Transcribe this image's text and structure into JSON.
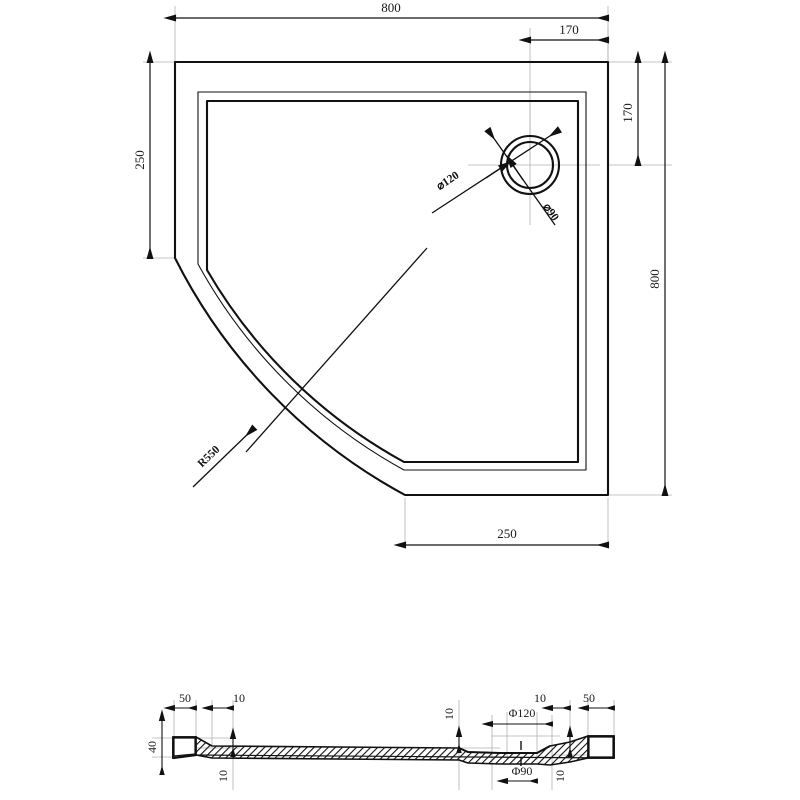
{
  "drawing": {
    "title": "Quadrant Shower Tray Technical Drawing",
    "units": "mm",
    "line_color": "#111111",
    "thin_line_color": "#aaaaaa",
    "background": "#ffffff"
  },
  "plan_view": {
    "name": "plan-view",
    "dimensions": {
      "overall_width": "800",
      "overall_height": "800",
      "drain_offset_from_right": "170",
      "drain_offset_from_top": "170",
      "left_straight_edge": "250",
      "bottom_straight_edge": "250",
      "corner_radius": "R550"
    },
    "drain": {
      "outer_diameter_label": "⌀120",
      "inner_diameter_label": "⌀90"
    }
  },
  "section_view": {
    "name": "section-view",
    "dimensions": {
      "left_lip_width": "50",
      "left_step_width": "10",
      "overall_thickness": "40",
      "left_base_drop": "10",
      "right_base_rise": "10",
      "drain_outer_width": "Φ120",
      "drain_inner_width": "Φ90",
      "right_step_width": "10",
      "right_lip_width": "50",
      "right_lip_drop": "10"
    }
  }
}
